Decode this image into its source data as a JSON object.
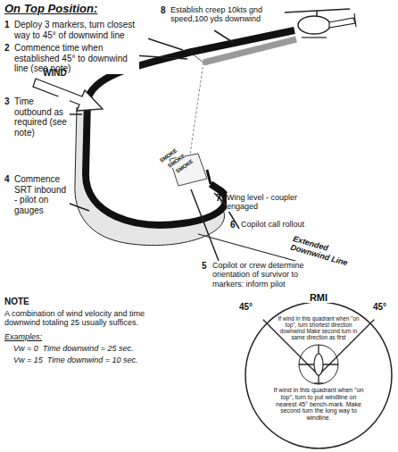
{
  "diagram": {
    "title": "On Top Position:",
    "nodes": [
      {
        "text": [
          "RMI",
          "If wind in this quadrant when \"on top\", turn shortest direction downwind Make second turn in same direction as first",
          "If wind in this quadrant when \"on top\", turn to put windline on nearest 45° bench-mark. Make second turn the long way to windline."
        ]
      }
    ],
    "labels": [
      "1",
      "Deploy 3 markers, turn closest way to 45° of downwind line",
      "2",
      "Commence time when established 45° to downwind line (see note)",
      "WIND",
      "3",
      "Time outbound as required (see note)",
      "4",
      "Commence SRT inbound - pilot on gauges",
      "NOTE",
      "A combination of wind velocity and time downwind totaling 25 usually suffices.",
      "Examples:",
      "Vw = 0  Time downwind = 25 sec.",
      "Vw = 15  Time downwind = 10 sec.",
      "8",
      "Establish creep 10kts gnd speed,100 yds downwind",
      "SMOKE",
      "SMOKE",
      "SMOKE",
      "7",
      "Wing level - coupler engaged",
      "6",
      "Copilot call rollout",
      "Extended Downwind Line",
      "5",
      "Copilot or crew determine orientation of survivor to markers: inform pilot",
      "45°",
      "45°"
    ]
  }
}
